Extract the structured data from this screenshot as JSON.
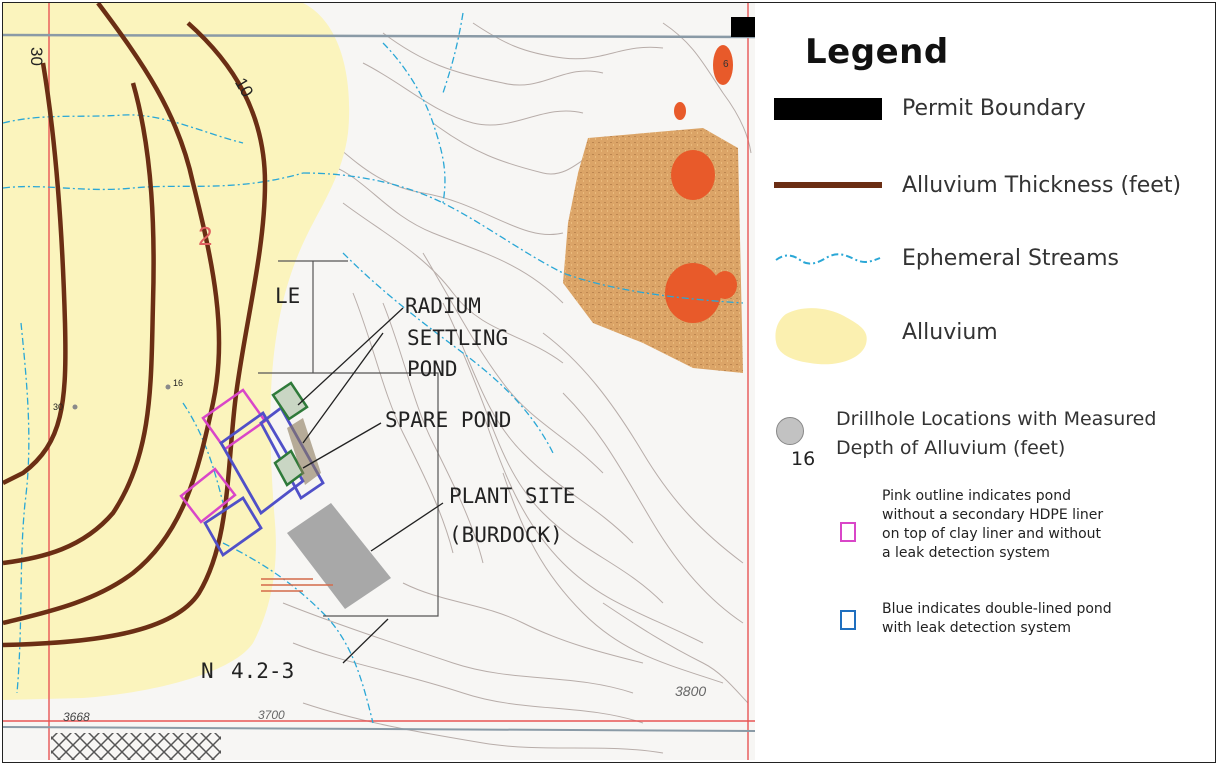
{
  "map": {
    "contour_labels": [
      "30",
      "10"
    ],
    "section_number": "2",
    "drillholes": [
      {
        "depth": "16"
      },
      {
        "depth": "30"
      }
    ],
    "annotations": {
      "radium_line1": "RADIUM",
      "radium_line2": "SETTLING",
      "radium_line3": "POND",
      "spare_pond": "SPARE POND",
      "plant_line1": "PLANT SITE",
      "plant_line2": "(BURDOCK)",
      "partial_le": "LE",
      "figure_ref": "4.2-3",
      "figure_ref_prefix": "N",
      "elev_left": "3668",
      "elev_right": "3800",
      "elev_mid": "3700",
      "label_6": "6"
    },
    "colors": {
      "alluvium": "#fbf4bd",
      "contour": "#6b2e14",
      "stream": "#2aa7d6",
      "topo": "#9a8a86",
      "orange_area": "#d9a060",
      "red_patch": "#e85a2a",
      "pink_pond": "#d946c8",
      "blue_pond": "#5050c8",
      "plant": "#a8a8a8",
      "section_line": "#e85555"
    }
  },
  "legend": {
    "title": "Legend",
    "items": [
      {
        "label": "Permit Boundary",
        "symbol": "black-bar"
      },
      {
        "label": "Alluvium Thickness (feet)",
        "symbol": "brown-line"
      },
      {
        "label": "Ephemeral Streams",
        "symbol": "dashed-blue-line"
      },
      {
        "label": "Alluvium",
        "symbol": "yellow-blob"
      }
    ],
    "drillhole": {
      "line1": "Drillhole Locations with Measured",
      "line2": "Depth of Alluvium (feet)",
      "example_value": "16"
    },
    "pink_note": {
      "lines": [
        "Pink outline indicates pond",
        "without a secondary HDPE liner",
        "on top of clay liner and without",
        "a leak detection system"
      ]
    },
    "blue_note": {
      "lines": [
        "Blue indicates double-lined pond",
        "with leak detection system"
      ]
    }
  }
}
